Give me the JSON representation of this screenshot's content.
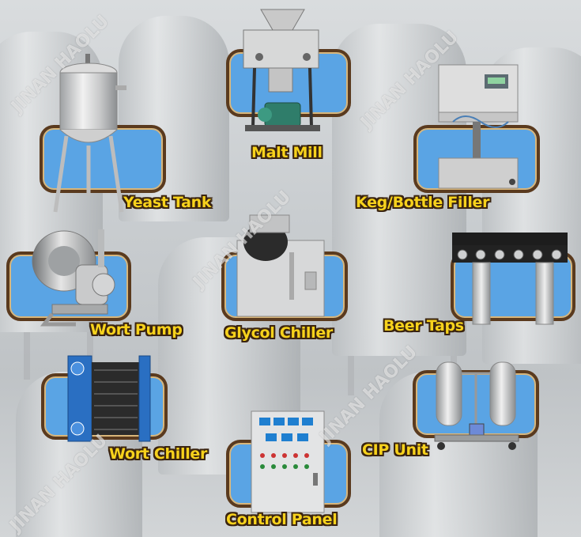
{
  "equipment": [
    {
      "id": "malt-mill",
      "label": "Malt Mill"
    },
    {
      "id": "yeast-tank",
      "label": "Yeast Tank"
    },
    {
      "id": "keg-bottle-filler",
      "label": "Keg/Bottle Filler"
    },
    {
      "id": "wort-pump",
      "label": "Wort Pump"
    },
    {
      "id": "glycol-chiller",
      "label": "Glycol Chiller"
    },
    {
      "id": "beer-taps",
      "label": "Beer Taps"
    },
    {
      "id": "wort-chiller",
      "label": "Wort Chiller"
    },
    {
      "id": "cip-unit",
      "label": "CIP Unit"
    },
    {
      "id": "control-panel",
      "label": "Control Panel"
    }
  ],
  "watermark": "JINAN HAOLU",
  "colors": {
    "panel": "#5aa4e4",
    "panel_border": "#5a3a1e",
    "label": "#f7d21c",
    "label_outline": "#3a2410"
  }
}
